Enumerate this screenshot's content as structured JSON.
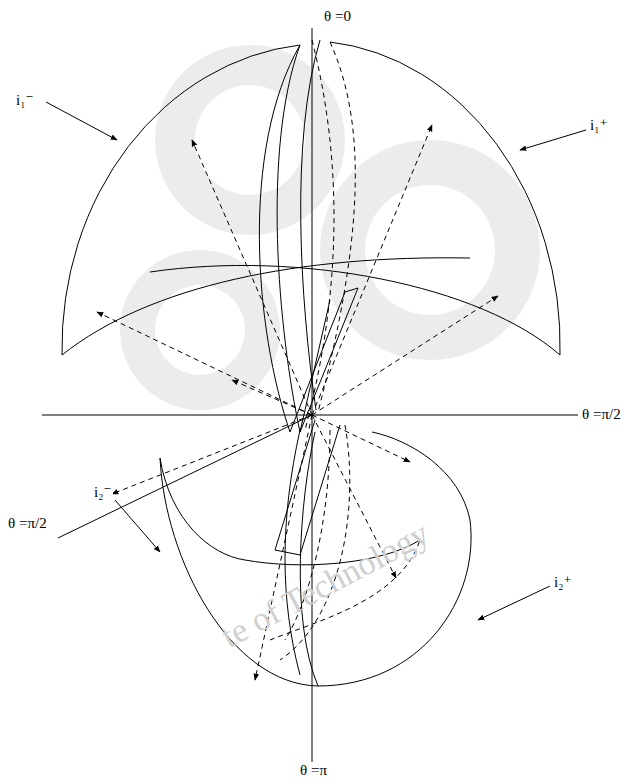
{
  "diagram": {
    "labels": [
      "θ =0",
      "i₁⁻",
      "i₁⁺",
      "θ =π/2",
      "i₂⁻",
      "i₂⁺",
      "θ =π/2",
      "θ =π",
      "te of Technology"
    ]
  }
}
